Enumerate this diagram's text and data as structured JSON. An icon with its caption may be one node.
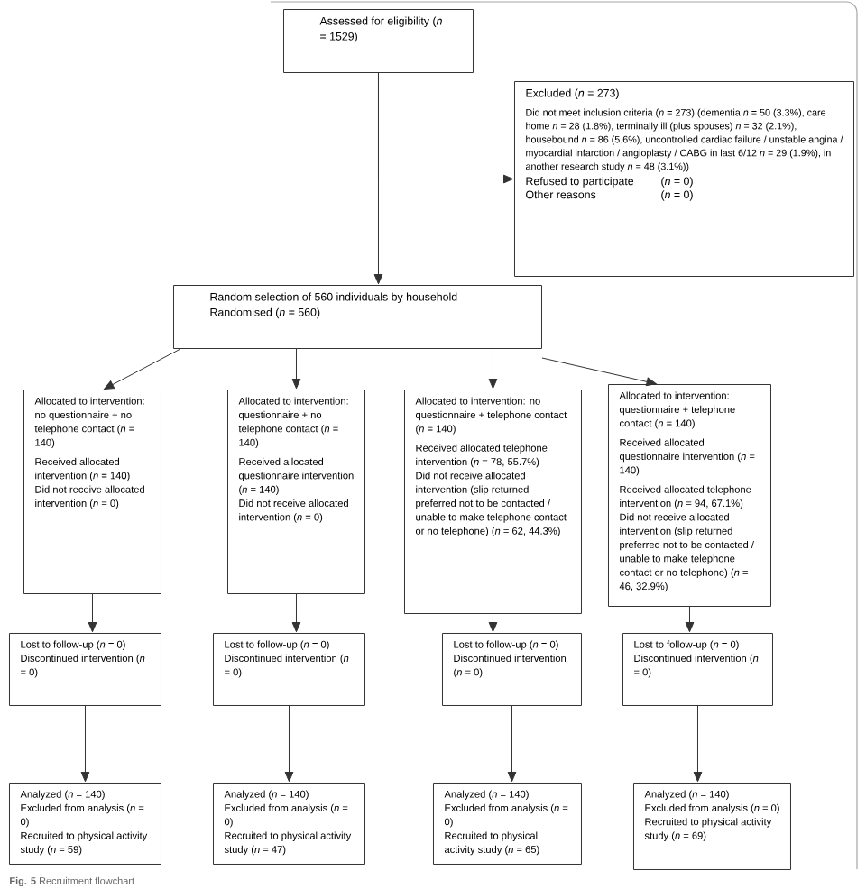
{
  "diagram": {
    "caption": "**Fig. 5** Recruitment flowchart",
    "nodes": [
      {
        "text": [
          "Assessed for eligibility (*n* = 1529)"
        ]
      },
      {
        "text": [
          "Excluded (*n* = 273)",
          "Did not meet inclusion criteria (*n* = 273) (dementia *n* = 50 (3.3%), care home *n* = 28 (1.8%), terminally ill (plus spouses) *n* = 32 (2.1%), housebound *n* = 86 (5.6%), uncontrolled cardiac failure / unstable angina / myocardial infarction / angioplasty / CABG in last 6/12 *n* = 29 (1.9%), in another research study *n* = 48 (3.1%))",
          "Refused to participate",
          "(*n* = 0)",
          "Other reasons",
          "(*n* = 0)"
        ]
      },
      {
        "text": [
          "Random selection of 560 individuals by household Randomised (*n* = 560)"
        ]
      },
      {
        "text": [
          "Allocated to intervention: no questionnaire + no telephone contact (*n* = 140)",
          "Received allocated intervention (*n* = 140)",
          "Did not receive allocated intervention (*n* = 0)"
        ]
      },
      {
        "text": [
          "Allocated to intervention: questionnaire + no telephone contact (*n* = 140)",
          "Received allocated questionnaire intervention (*n* = 140)",
          "Did not receive allocated intervention (*n* = 0)"
        ]
      },
      {
        "text": [
          "Allocated to intervention: no questionnaire + telephone contact (*n* = 140)",
          "Received allocated telephone intervention (*n* = 78, 55.7%)",
          "Did not receive allocated intervention (slip returned preferred not to be contacted / unable to make telephone contact or no telephone) (*n* = 62, 44.3%)"
        ]
      },
      {
        "text": [
          "Allocated to intervention: questionnaire + telephone contact (*n* = 140)",
          "Received allocated questionnaire intervention (*n* = 140)",
          "Received allocated telephone intervention (*n* = 94, 67.1%)",
          "Did not receive allocated intervention (slip returned preferred not to be contacted / unable to make telephone contact or no telephone) (*n* = 46, 32.9%)"
        ]
      },
      {
        "text": [
          "Lost to follow-up (*n* = 0)",
          "Discontinued intervention (*n* = 0)"
        ]
      },
      {
        "text": [
          "Lost to follow-up (*n* = 0)",
          "Discontinued intervention (*n* = 0)"
        ]
      },
      {
        "text": [
          "Lost to follow-up (*n* = 0)",
          "Discontinued intervention (*n* = 0)"
        ]
      },
      {
        "text": [
          "Lost to follow-up (*n* = 0)",
          "Discontinued intervention (*n* = 0)"
        ]
      },
      {
        "text": [
          "Analyzed (*n* = 140)",
          "Excluded from analysis (*n* = 0)",
          "Recruited to physical activity study (*n* = 59)"
        ]
      },
      {
        "text": [
          "Analyzed (*n* = 140)",
          "Excluded from analysis (*n* = 0)",
          "Recruited to physical activity study (*n* = 47)"
        ]
      },
      {
        "text": [
          "Analyzed (*n* = 140)",
          "Excluded from analysis (*n* = 0)",
          "Recruited to physical activity study (*n* = 65)"
        ]
      },
      {
        "text": [
          "Analyzed (*n* = 140)",
          "Excluded from analysis (*n* = 0)",
          "Recruited to physical activity study (*n* = 69)"
        ]
      }
    ],
    "edges": [
      {
        "from": 0,
        "to": 2,
        "arrow": "to"
      },
      {
        "from": 0,
        "to": 1,
        "arrow": "to"
      },
      {
        "from": 2,
        "to": 3,
        "arrow": "to"
      },
      {
        "from": 2,
        "to": 4,
        "arrow": "to"
      },
      {
        "from": 2,
        "to": 5,
        "arrow": "to"
      },
      {
        "from": 2,
        "to": 6,
        "arrow": "to"
      },
      {
        "from": 3,
        "to": 7,
        "arrow": "to"
      },
      {
        "from": 4,
        "to": 8,
        "arrow": "to"
      },
      {
        "from": 5,
        "to": 9,
        "arrow": "to"
      },
      {
        "from": 6,
        "to": 10,
        "arrow": "to"
      },
      {
        "from": 7,
        "to": 11,
        "arrow": "to"
      },
      {
        "from": 8,
        "to": 12,
        "arrow": "to"
      },
      {
        "from": 9,
        "to": 13,
        "arrow": "to"
      },
      {
        "from": 10,
        "to": 14,
        "arrow": "to"
      }
    ]
  }
}
